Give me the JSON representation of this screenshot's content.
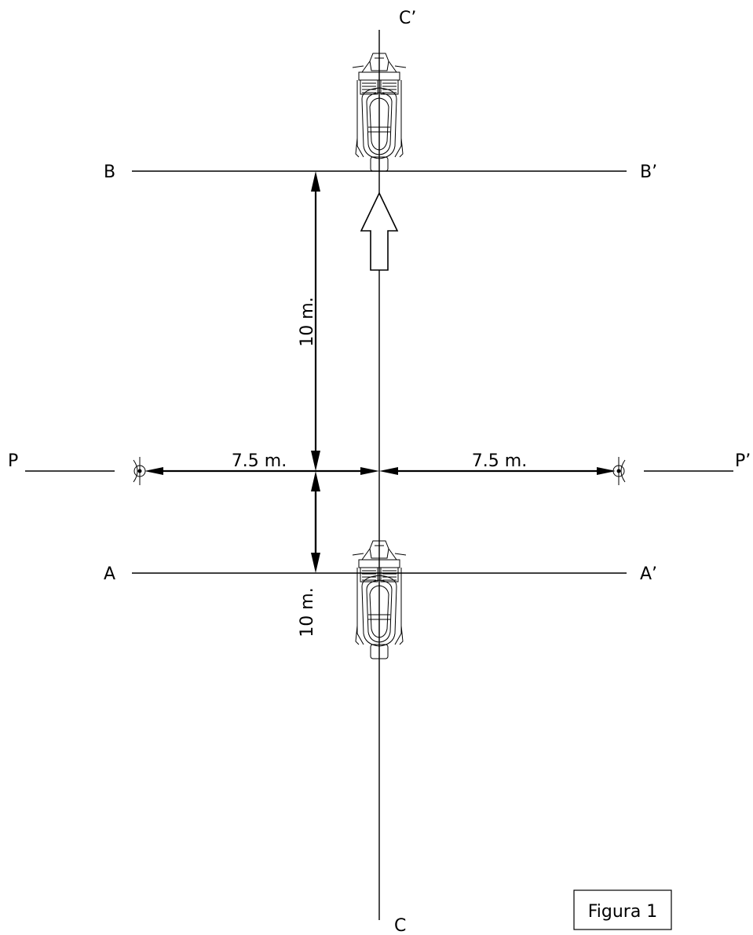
{
  "points": {
    "A": "A",
    "A_prime": "A’",
    "B": "B",
    "B_prime": "B’",
    "C": "C",
    "C_prime": "C’",
    "P": "P",
    "P_prime": "P’"
  },
  "dimensions": {
    "ab_to_p_upper": "10 m.",
    "ab_to_p_lower": "10 m.",
    "p_left": "7.5 m.",
    "p_right": "7.5 m."
  },
  "figure_label": "Figura 1",
  "icons": [
    "microphone-icon",
    "motorcycle-icon",
    "direction-arrow-icon"
  ]
}
